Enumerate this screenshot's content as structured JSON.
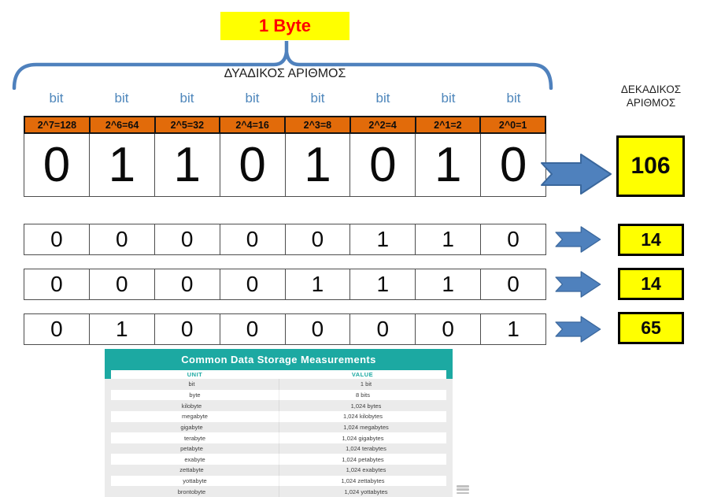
{
  "byte_box": {
    "label": "1 Byte"
  },
  "labels": {
    "binary": "ΔΥΑΔΙΚΟΣ ΑΡΙΘΜΟΣ",
    "decimal_line1": "ΔΕΚΑΔΙΚΟΣ",
    "decimal_line2": "ΑΡΙΘΜΟΣ",
    "bit": "bit"
  },
  "powers": [
    "2^7=128",
    "2^6=64",
    "2^5=32",
    "2^4=16",
    "2^3=8",
    "2^2=4",
    "2^1=2",
    "2^0=1"
  ],
  "binary_rows": [
    {
      "bits": [
        "0",
        "1",
        "1",
        "0",
        "1",
        "0",
        "1",
        "0"
      ],
      "value": "106"
    },
    {
      "bits": [
        "0",
        "0",
        "0",
        "0",
        "0",
        "1",
        "1",
        "0"
      ],
      "value": "14"
    },
    {
      "bits": [
        "0",
        "0",
        "0",
        "0",
        "1",
        "1",
        "1",
        "0"
      ],
      "value": "14"
    },
    {
      "bits": [
        "0",
        "1",
        "0",
        "0",
        "0",
        "0",
        "0",
        "1"
      ],
      "value": "65"
    }
  ],
  "storage_table": {
    "title": "Common Data Storage Measurements",
    "columns": [
      "UNIT",
      "VALUE"
    ],
    "rows": [
      [
        "bit",
        "1 bit"
      ],
      [
        "byte",
        "8 bits"
      ],
      [
        "kilobyte",
        "1,024 bytes"
      ],
      [
        "megabyte",
        "1,024 kilobytes"
      ],
      [
        "gigabyte",
        "1,024 megabytes"
      ],
      [
        "terabyte",
        "1,024 gigabytes"
      ],
      [
        "petabyte",
        "1,024 terabytes"
      ],
      [
        "exabyte",
        "1,024 petabytes"
      ],
      [
        "zettabyte",
        "1,024 exabytes"
      ],
      [
        "yottabyte",
        "1,024 zettabytes"
      ],
      [
        "brontobyte",
        "1,024 yottabytes"
      ]
    ]
  },
  "colors": {
    "highlight_yellow": "#ffff00",
    "byte_text_red": "#ff0000",
    "header_orange": "#e26b0a",
    "accent_blue": "#4f81bd",
    "bit_label_blue": "#4e86bb",
    "table_teal": "#1ca9a2"
  }
}
